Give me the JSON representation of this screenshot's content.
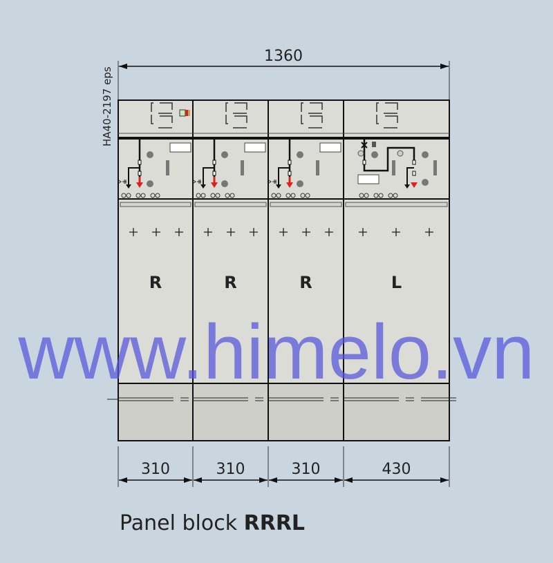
{
  "drawing_id": "HA40-2197 eps",
  "overall_width": "1360",
  "panels": [
    {
      "type": "R",
      "width": "310"
    },
    {
      "type": "R",
      "width": "310"
    },
    {
      "type": "R",
      "width": "310"
    },
    {
      "type": "L",
      "width": "430"
    }
  ],
  "caption": {
    "prefix": "Panel block",
    "name": "RRRL"
  },
  "watermark": "www.himelo.vn",
  "colors": {
    "background": "#cad6df",
    "panel": "#dcdcd6",
    "base": "#cfcfca",
    "earth_arrow": "#e02020",
    "watermark": "#5555dd"
  }
}
